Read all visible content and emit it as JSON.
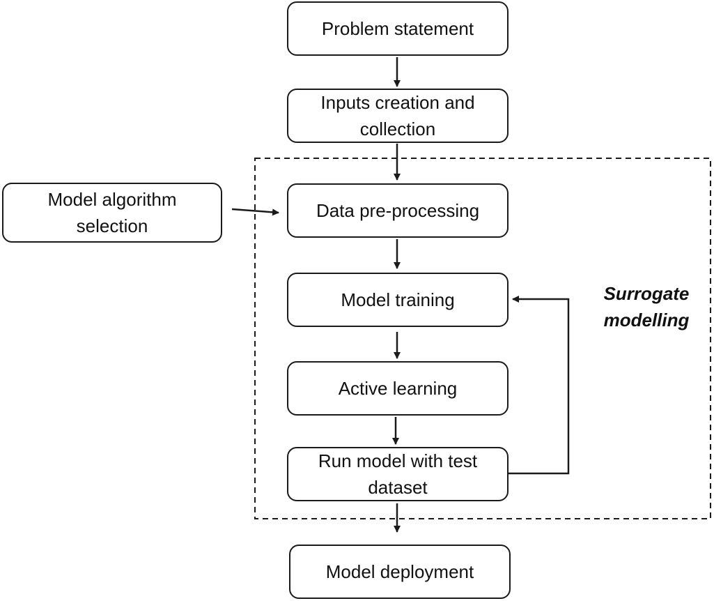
{
  "nodes": {
    "problem_statement": "Problem statement",
    "inputs_creation_line1": "Inputs creation and",
    "inputs_creation_line2": "collection",
    "model_algorithm_line1": "Model algorithm",
    "model_algorithm_line2": "selection",
    "data_preprocessing": "Data pre-processing",
    "model_training": "Model training",
    "active_learning": "Active learning",
    "run_model_line1": "Run model with test",
    "run_model_line2": "dataset",
    "model_deployment": "Model deployment"
  },
  "region": {
    "label_line1": "Surrogate",
    "label_line2": "modelling"
  },
  "colors": {
    "stroke": "#1a1a1a",
    "background": "#ffffff",
    "text": "#111111"
  }
}
